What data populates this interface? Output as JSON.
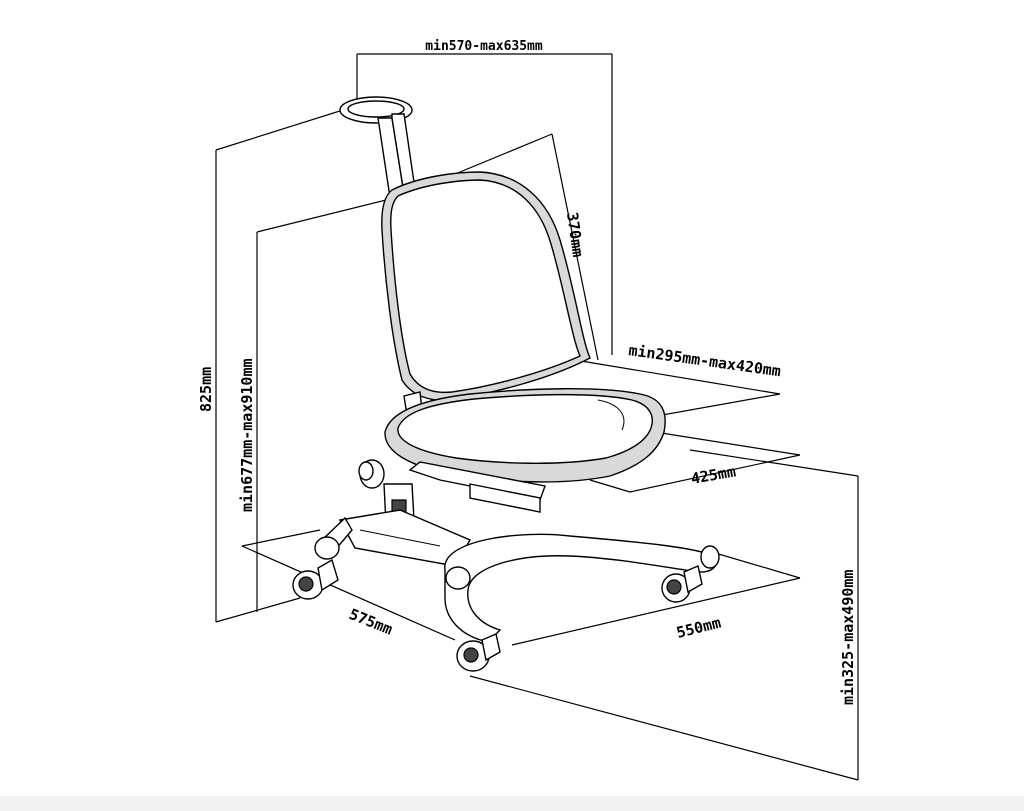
{
  "dimensions": {
    "top_width": "min570-max635mm",
    "back_height": "370mm",
    "seat_depth": "min295mm-max420mm",
    "seat_width": "425mm",
    "overall_height": "825mm",
    "backrest_height": "min677mm-max910mm",
    "seat_height": "min325-max490mm",
    "base_depth": "575mm",
    "base_width": "550mm"
  }
}
